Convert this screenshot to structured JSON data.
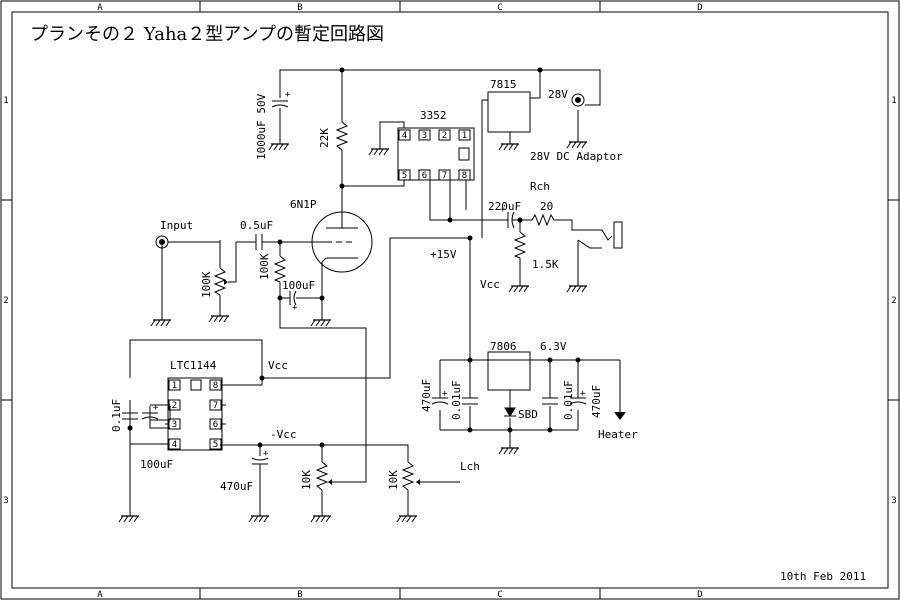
{
  "title": "プランその２ Yaha２型アンプの暫定回路図",
  "date": "10th Feb 2011",
  "frame": {
    "columns": [
      "A",
      "B",
      "C",
      "D"
    ],
    "rows": [
      "1",
      "2",
      "3"
    ]
  },
  "components": {
    "cap_1000uf": "1000uF 50V",
    "res_22k": "22K",
    "tube": "6N1P",
    "ic_3352": "3352",
    "pins_3352": [
      "4",
      "3",
      "2",
      "1",
      "5",
      "6",
      "7",
      "8"
    ],
    "reg_7815": "7815",
    "v28": "28V",
    "dc_adaptor": "28V DC Adaptor",
    "rch": "Rch",
    "cap_220uf": "220uF",
    "res_20": "20",
    "res_1_5k": "1.5K",
    "input": "Input",
    "cap_0_5uf": "0.5uF",
    "pot_100k": "100K",
    "res_100k": "100K",
    "cap_100uf_tube": "100uF",
    "plus15v": "+15V",
    "vcc_right": "Vcc",
    "ltc": "LTC1144",
    "vcc_ltc": "Vcc",
    "pins_ltc": [
      "1",
      "8",
      "2",
      "7",
      "3",
      "6",
      "4",
      "5"
    ],
    "cap_0_1uf": "0.1uF",
    "cap_100uf_ltc": "100uF",
    "minus_vcc": "-Vcc",
    "cap_470uf_neg": "470uF",
    "pot_10k_a": "10K",
    "pot_10k_b": "10K",
    "lch": "Lch",
    "reg_7806": "7806",
    "v6_3": "6.3V",
    "cap_470uf_l": "470uF",
    "cap_001_l": "0.01uF",
    "sbd": "SBD",
    "cap_001_r": "0.01uF",
    "cap_470uf_r": "470uF",
    "heater": "Heater"
  }
}
